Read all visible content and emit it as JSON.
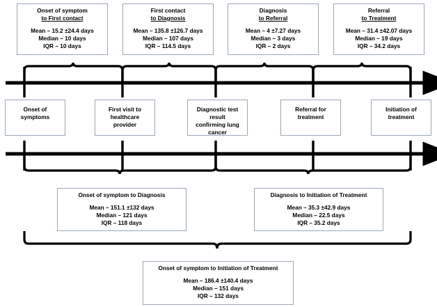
{
  "diagram": {
    "type": "timeline-intervals",
    "title": "Lung cancer care pathway interval timeline"
  },
  "top_intervals": [
    {
      "name": "onset-to-first-contact",
      "title_line1": "Onset of symptom",
      "title_line2": "to First contact",
      "mean": "Mean – 15.2 ±24.4 days",
      "median": "Median – 10 days",
      "iqr": "IQR – 10 days"
    },
    {
      "name": "first-contact-to-diagnosis",
      "title_line1": "First contact",
      "title_line2": "to Diagnosis",
      "mean": "Mean – 135.8 ±126.7 days",
      "median": "Median – 107 days",
      "iqr": "IQR – 114.5 days"
    },
    {
      "name": "diagnosis-to-referral",
      "title_line1": "Diagnosis",
      "title_line2": "to Referral",
      "mean": "Mean – 4 ±7.27 days",
      "median": "Median – 3 days",
      "iqr": "IQR – 2 days"
    },
    {
      "name": "referral-to-treatment",
      "title_line1": "Referral",
      "title_line2": "to Treatment",
      "mean": "Mean – 31.4 ±42.07 days",
      "median": "Median – 19 days",
      "iqr": "IQR – 34.2 days"
    }
  ],
  "milestones": [
    {
      "name": "onset-of-symptoms",
      "lines": [
        "Onset of",
        "symptoms"
      ]
    },
    {
      "name": "first-visit-to-healthcare-provider",
      "lines": [
        "First visit to",
        "healthcare",
        "provider"
      ]
    },
    {
      "name": "diagnostic-test-result",
      "lines": [
        "Diagnostic test",
        "result",
        "confirming lung",
        "cancer"
      ]
    },
    {
      "name": "referral-for-treatment",
      "lines": [
        "Referral for",
        "treatment"
      ]
    },
    {
      "name": "initiation-of-treatment",
      "lines": [
        "Initiation of",
        "treatment"
      ]
    }
  ],
  "mid_intervals": [
    {
      "name": "onset-to-diagnosis",
      "title": "Onset of symptom to Diagnosis",
      "mean": "Mean – 151.1 ±132 days",
      "median": "Median – 121 days",
      "iqr": "IQR – 118 days"
    },
    {
      "name": "diagnosis-to-initiation-of-treatment",
      "title": "Diagnosis to Initiation of Treatment",
      "mean": "Mean – 35.3 ±42.9 days",
      "median": "Median – 22.5 days",
      "iqr": "IQR – 35.2 days"
    }
  ],
  "total_interval": {
    "name": "onset-to-initiation-of-treatment",
    "title": "Onset of symptom to Initiation of Treatment",
    "mean": "Mean – 186.4 ±140.4 days",
    "median": "Median – 151 days",
    "iqr": "IQR – 132 days"
  },
  "colors": {
    "box_border": "#9aa7b8",
    "line": "#000000",
    "background": "#ffffff",
    "text": "#000000"
  }
}
